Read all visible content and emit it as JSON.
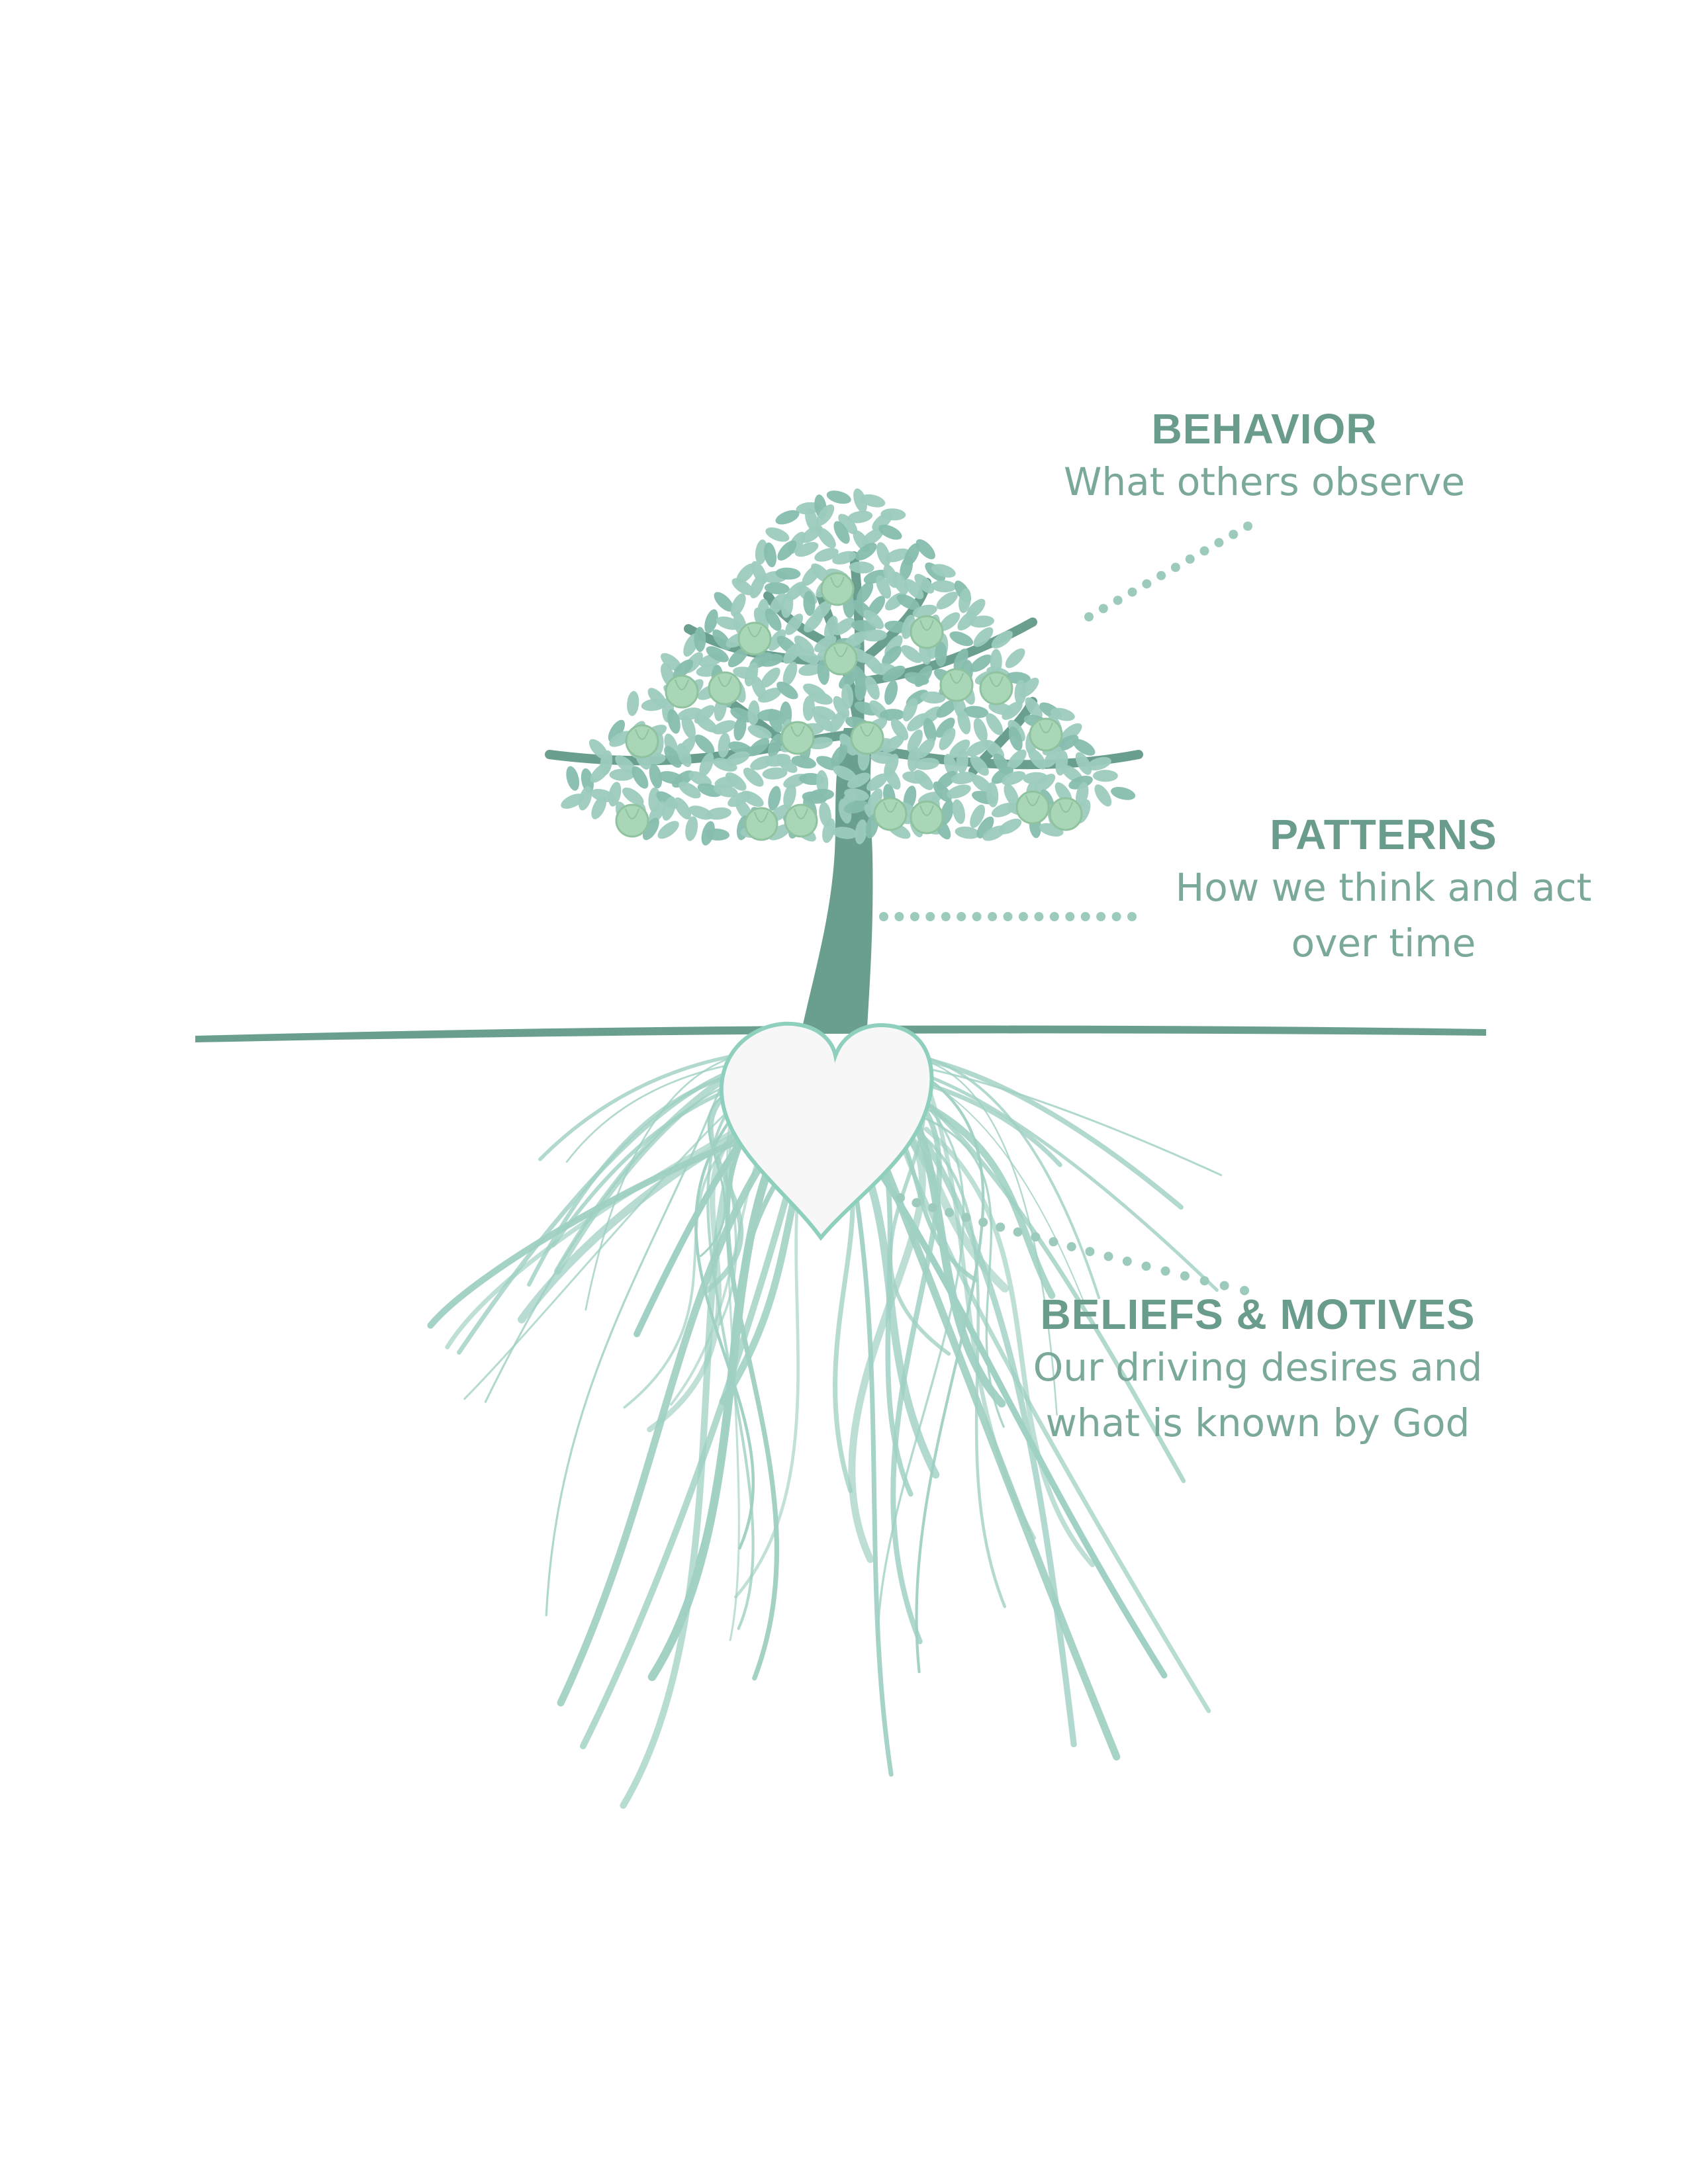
{
  "labels": {
    "behavior": {
      "title": "BEHAVIOR",
      "lines": [
        "What others observe"
      ]
    },
    "patterns": {
      "title": "PATTERNS",
      "lines": [
        "How we think and act",
        "over time"
      ]
    },
    "beliefs": {
      "title": "BELIEFS & MOTIVES",
      "lines": [
        "Our driving desires and",
        "what is known by God"
      ]
    }
  },
  "colors": {
    "trunk": "#6a9f8f",
    "leaf": "#9ccbbd",
    "leaf_dark": "#86bdae",
    "fruit": "#a9d6b6",
    "root": "#9fd0c3",
    "heart_fill": "#f6f7f6",
    "heart_stroke": "#8fcfbe",
    "dots": "#9ccbbd",
    "text_title": "#6a9c8d",
    "text_body": "#7aa89a"
  },
  "icons": [
    "tree-icon",
    "heart-icon"
  ]
}
